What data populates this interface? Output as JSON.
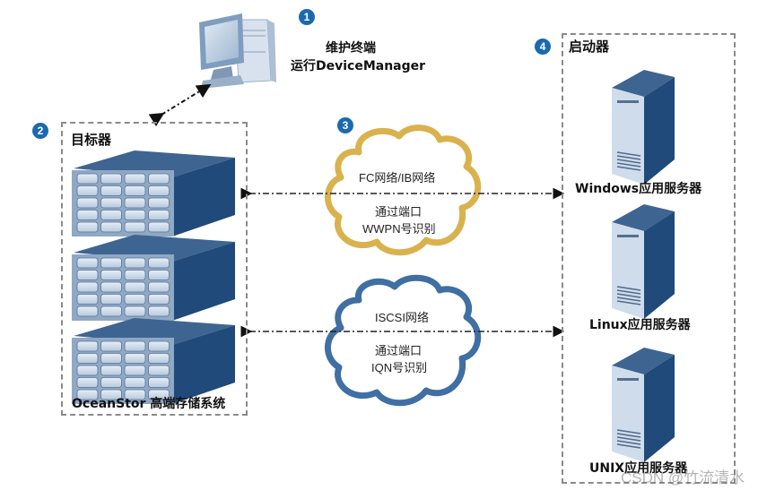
{
  "badges": [
    "1",
    "2",
    "3",
    "4"
  ],
  "maintenance_terminal": {
    "title": "维护终端",
    "subtitle": "运行DeviceManager"
  },
  "target": {
    "title": "目标器",
    "storage_label": "OceanStor 高端存储系统"
  },
  "networks": {
    "fc": {
      "name": "FC网络/IB网络",
      "id_line1": "通过端口",
      "id_line2": "WWPN号识别",
      "color": "#d9b24e"
    },
    "iscsi": {
      "name": "ISCSI网络",
      "id_line1": "通过端口",
      "id_line2": "IQN号识别",
      "color": "#3f6fa3"
    }
  },
  "initiator": {
    "title": "启动器",
    "servers": [
      {
        "label": "Windows应用服务器"
      },
      {
        "label": "Linux应用服务器"
      },
      {
        "label": "UNIX应用服务器"
      }
    ]
  },
  "colors": {
    "badge": "#1b6aaf",
    "device_dark": "#1f4a7a",
    "device_light": "#cfdceb"
  },
  "watermark": "CSDN @竹流清水"
}
